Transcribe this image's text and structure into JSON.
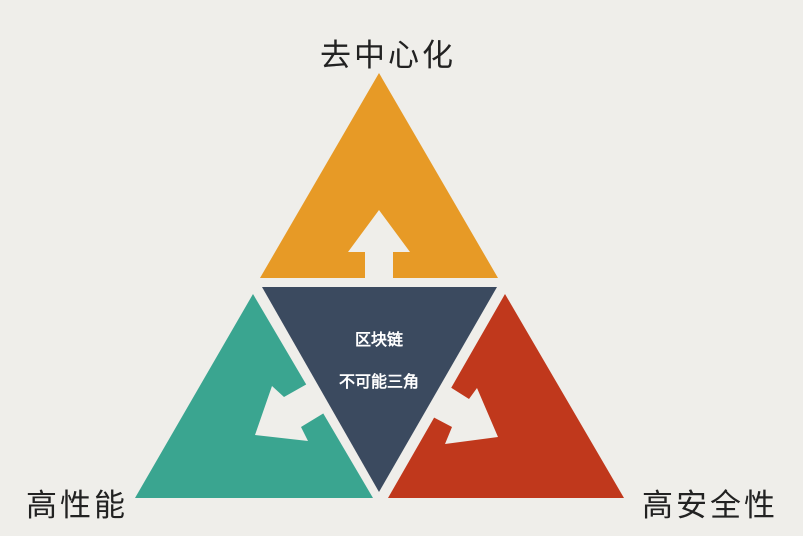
{
  "diagram": {
    "title": "区块链不可能三角",
    "center": {
      "line1": "区块链",
      "line2": "不可能三角"
    },
    "vertices": [
      {
        "id": "top",
        "label": "去中心化",
        "color": "#e79a26",
        "arrow": "up"
      },
      {
        "id": "left",
        "label": "高性能",
        "color": "#3aa590",
        "arrow": "down-left"
      },
      {
        "id": "right",
        "label": "高安全性",
        "color": "#c0381c",
        "arrow": "down-right"
      }
    ],
    "center_color": "#3b4a5f",
    "background_color": "#efeeea",
    "arrow_color": "#efeeea"
  }
}
